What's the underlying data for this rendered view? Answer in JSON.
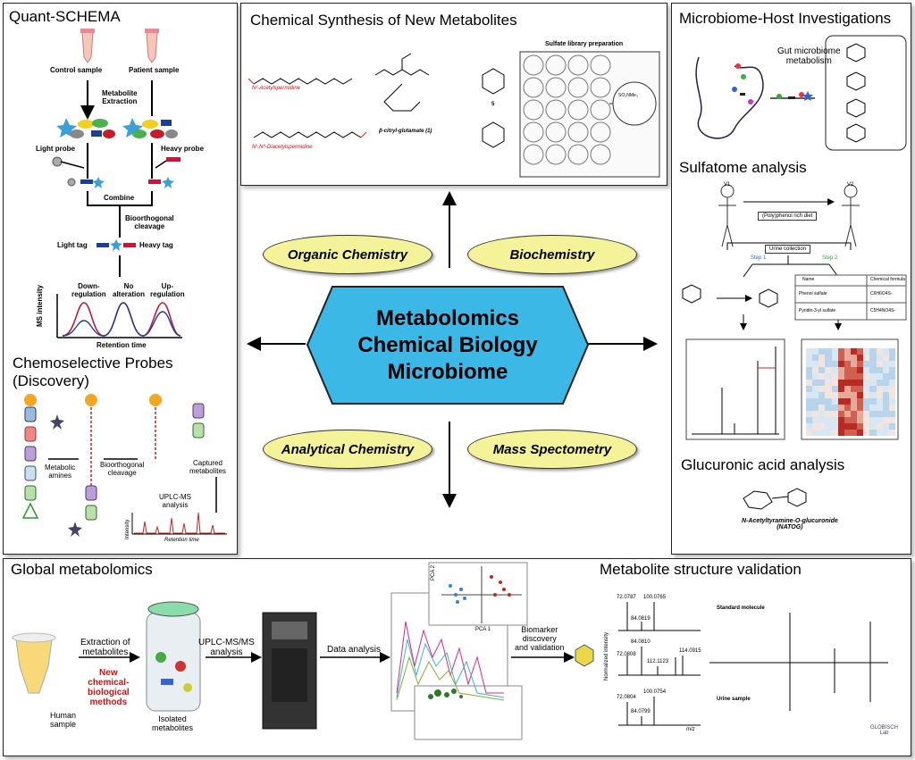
{
  "center": {
    "line1": "Metabolomics",
    "line2": "Chemical Biology",
    "line3": "Microbiome",
    "fill": "#3cb8e6"
  },
  "ellipses": {
    "organic": "Organic Chemistry",
    "biochem": "Biochemistry",
    "analytical": "Analytical Chemistry",
    "mass": "Mass Spectometry",
    "fill": "#f5f39a"
  },
  "quant": {
    "title": "Quant-SCHEMA",
    "control": "Control sample",
    "patient": "Patient sample",
    "extraction": "Metabolite\nExtraction",
    "light_probe": "Light probe",
    "heavy_probe": "Heavy probe",
    "combine": "Combine",
    "cleavage": "Bioorthogonal\ncleavage",
    "light_tag": "Light tag",
    "heavy_tag": "Heavy tag",
    "down": "Down-\nregulation",
    "no_alt": "No\nalteration",
    "up": "Up-\nregulation",
    "ms_intensity": "MS intensity",
    "retention": "Retention time"
  },
  "chemo": {
    "title": "Chemoselective Probes\n(Discovery)",
    "metabolic": "Metabolic\namines",
    "cleavage": "Bioorthogonal\ncleavage",
    "captured": "Captured\nmetabolites",
    "uplc": "UPLC-MS\nanalysis",
    "intensity": "Intensity",
    "retention": "Retention time"
  },
  "synth": {
    "title": "Chemical Synthesis of New Metabolites",
    "n1": "N¹-Acetylspermidine",
    "n1n8": "N¹,N⁸-Diacetylspermidine",
    "citryl": "β-citryl-glutamate (1)",
    "five": "5",
    "library": "Sulfate library preparation",
    "so3": "SO₃NMe₃"
  },
  "micro": {
    "title": "Microbiome-Host Investigations",
    "gut": "Gut microbiome\nmetabolism",
    "sulf_title": "Sulfatome analysis",
    "v1": "V1",
    "v2": "V2",
    "diet": "(Poly)phenol rich diet",
    "urine": "Urine collection",
    "step1": "Step 1",
    "step2": "Step 2",
    "col_name": "Name",
    "col_formula": "Chemical formula",
    "row1_name": "Phenol sulfate",
    "row1_formula": "C6H6O4S-",
    "row2_name": "Pyridin-3-yl sulfate",
    "row2_formula": "C5H4NO4S-",
    "gluc_title": "Glucuronic acid analysis",
    "natog": "N-Acetyltyramine-O-glucuronide\n(NATOG)"
  },
  "global": {
    "title": "Global metabolomics",
    "extraction": "Extraction of\nmetabolites",
    "new_methods": "New\nchemical-\nbiological\nmethods",
    "human": "Human\nsample",
    "isolated": "Isolated\nmetabolites",
    "uplc": "UPLC-MS/MS\nanalysis",
    "data": "Data analysis",
    "biomarker": "Biomarker\ndiscovery\nand validation",
    "pca1": "PCA 1",
    "pca2": "PCA 2"
  },
  "validation": {
    "title": "Metabolite structure validation",
    "standard": "Standard molecule",
    "urine": "Urine sample",
    "y_label": "Normalized intensity",
    "mz": "m/z",
    "p1a": "72.0787",
    "p1b": "100.0765",
    "p1c": "84.0819",
    "p2a": "84.0810",
    "p2b": "72.0808",
    "p2c": "112.1123",
    "p2d": "114.0915",
    "p3a": "72.0804",
    "p3b": "100.0754",
    "p3c": "84.0799",
    "lab": "GLOBISCH\nLab"
  }
}
